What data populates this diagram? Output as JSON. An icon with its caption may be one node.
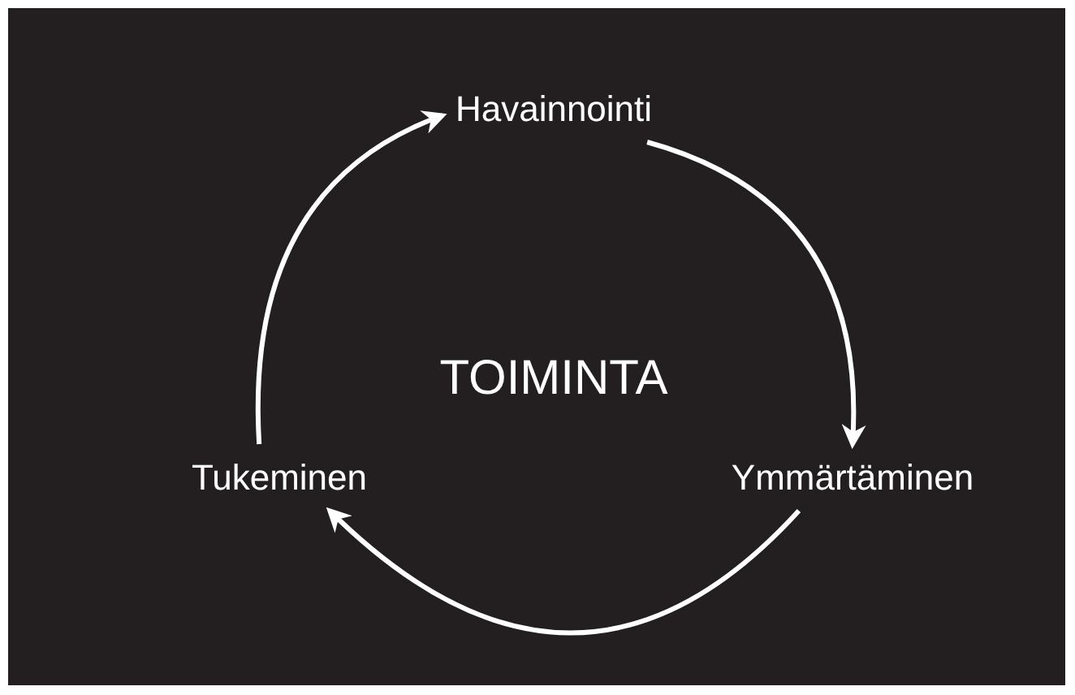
{
  "diagram": {
    "nodes": [
      {
        "text": [
          "Havainnointi"
        ]
      },
      {
        "text": [
          "Tukeminen"
        ]
      },
      {
        "text": [
          "Ymmärtäminen"
        ]
      }
    ],
    "edges": [
      {
        "from": 0,
        "to": 2,
        "arrow": "to"
      },
      {
        "from": 2,
        "to": 1,
        "arrow": "to"
      },
      {
        "from": 1,
        "to": 0,
        "arrow": "to"
      }
    ],
    "labels": [
      "TOIMINTA"
    ]
  }
}
